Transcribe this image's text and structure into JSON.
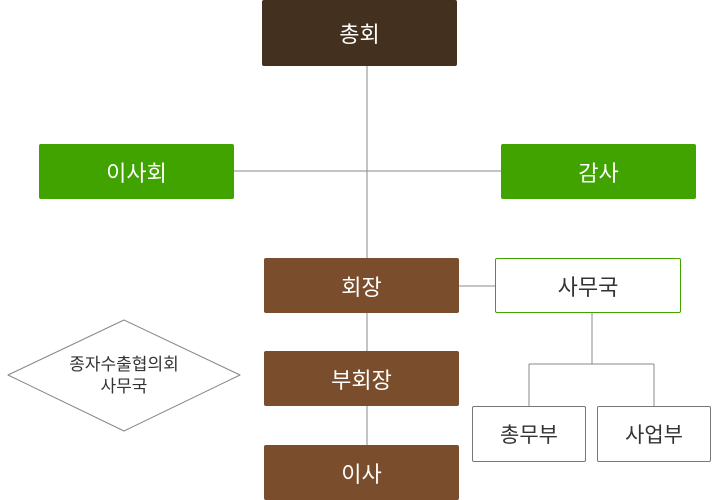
{
  "org_chart": {
    "general_assembly": "총회",
    "board_of_directors": "이사회",
    "audit": "감사",
    "chairman": "회장",
    "secretariat": "사무국",
    "vice_chairman": "부회장",
    "general_affairs": "총무부",
    "business_dept": "사업부",
    "director": "이사",
    "council_secretariat_line1": "종자수출협의회",
    "council_secretariat_line2": "사무국"
  },
  "colors": {
    "top_box": "#43301e",
    "green_box": "#40a300",
    "brown_box": "#7a4e2c",
    "connector": "#888888"
  }
}
